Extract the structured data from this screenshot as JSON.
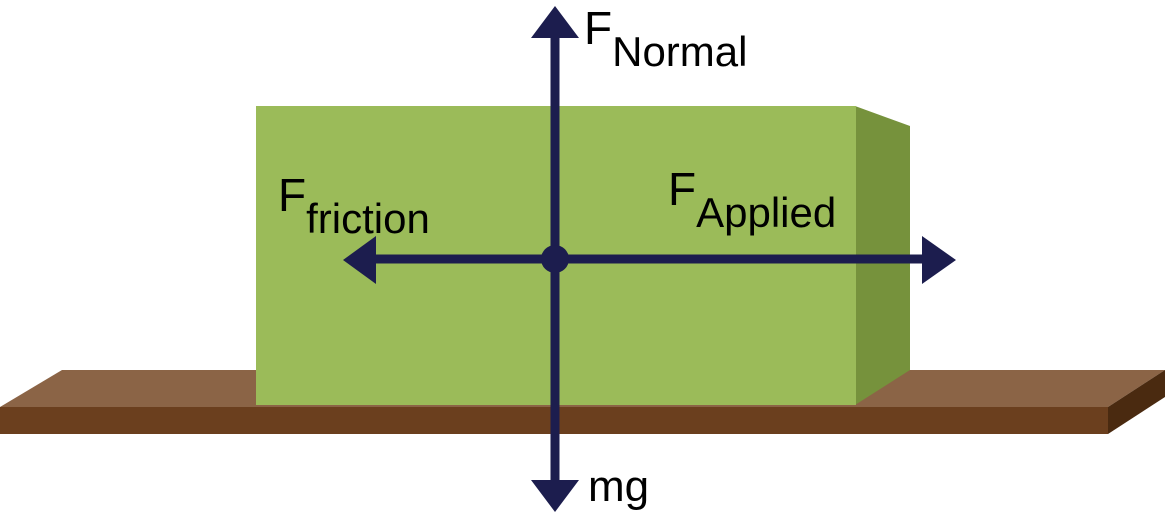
{
  "diagram": {
    "labels": {
      "normal": {
        "main": "F",
        "sub": "Normal"
      },
      "friction": {
        "main": "F",
        "sub": "friction"
      },
      "applied": {
        "main": "F",
        "sub": "Applied"
      },
      "weight": {
        "main": "mg"
      }
    },
    "colors": {
      "block_front": "#9bbb59",
      "block_side": "#76923c",
      "surface_top": "#8b6446",
      "surface_front": "#6b3f1e",
      "surface_side": "#4a2a10",
      "arrow": "#1c1d4e"
    }
  }
}
